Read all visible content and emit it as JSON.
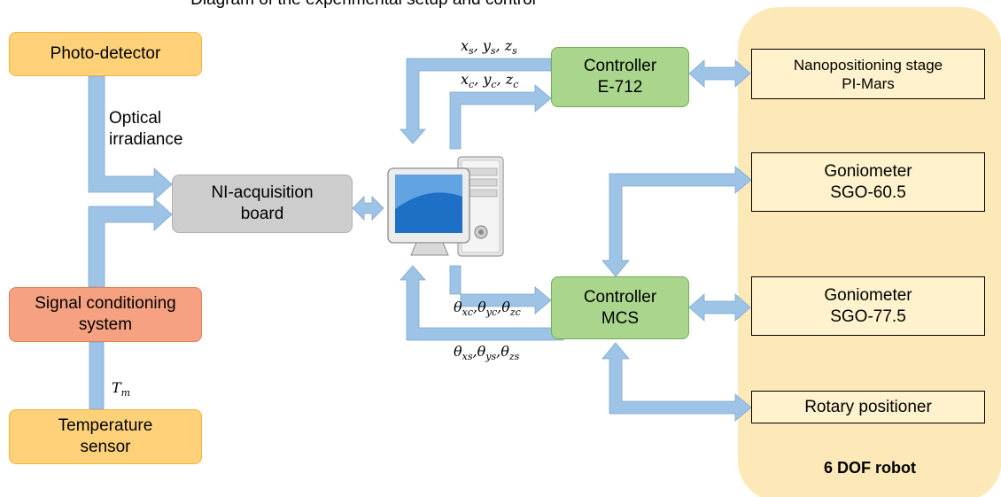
{
  "caption_partial": "Diagram of the experimental setup and control",
  "colors": {
    "arrow": "#9dc3e6",
    "source_box": "#ffd27a",
    "conditioning_box": "#f6a182",
    "acquisition_box": "#cdcdcd",
    "controller_box": "#a9d68c",
    "robot_panel": "#fde9b8",
    "device_box": "#fff2cc"
  },
  "nodes": {
    "photo_detector": "Photo-detector",
    "signal_conditioning": "Signal conditioning\nsystem",
    "temperature_sensor": "Temperature\nsensor",
    "ni_board": "NI-acquisition\nboard",
    "controller_e712": "Controller\nE-712",
    "controller_mcs": "Controller\nMCS",
    "nano_stage": "Nanopositioning stage\nPI-Mars",
    "goniometer_1": "Goniometer\nSGO-60.5",
    "goniometer_2": "Goniometer\nSGO-77.5",
    "rotary": "Rotary positioner",
    "robot": "6 DOF robot",
    "computer_icon": "desktop-computer"
  },
  "labels": {
    "optical_irradiance": "Optical\nirradiance",
    "tm": {
      "base": "T",
      "sub": "m"
    },
    "xyz_s": [
      {
        "base": "x",
        "sub": "s"
      },
      {
        "base": "y",
        "sub": "s"
      },
      {
        "base": "z",
        "sub": "s"
      }
    ],
    "xyz_c": [
      {
        "base": "x",
        "sub": "c"
      },
      {
        "base": "y",
        "sub": "c"
      },
      {
        "base": "z",
        "sub": "c"
      }
    ],
    "theta_c": [
      {
        "base": "θ",
        "sub": "xc"
      },
      {
        "base": "θ",
        "sub": "yc"
      },
      {
        "base": "θ",
        "sub": "zc"
      }
    ],
    "theta_s": [
      {
        "base": "θ",
        "sub": "xs"
      },
      {
        "base": "θ",
        "sub": "ys"
      },
      {
        "base": "θ",
        "sub": "zs"
      }
    ]
  }
}
